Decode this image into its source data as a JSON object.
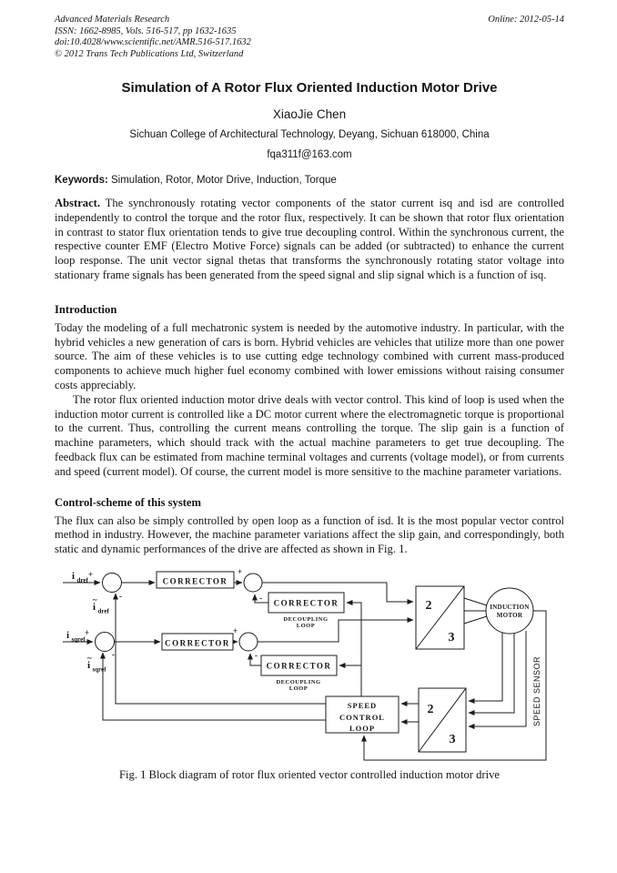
{
  "page": {
    "header": {
      "journal": "Advanced Materials Research",
      "issn": "ISSN: 1662-8985, Vols. 516-517, pp 1632-1635",
      "doi": "doi:10.4028/www.scientific.net/AMR.516-517.1632",
      "copyright": "© 2012 Trans Tech Publications Ltd, Switzerland",
      "online": "Online: 2012-05-14"
    },
    "title": "Simulation of A Rotor Flux Oriented Induction Motor Drive",
    "author": "XiaoJie Chen",
    "affiliation": "Sichuan College of Architectural Technology, Deyang, Sichuan 618000, China",
    "email": "fqa311f@163.com",
    "keywords": {
      "label": "Keywords:",
      "text": " Simulation, Rotor, Motor Drive, Induction, Torque"
    },
    "abstract": {
      "label": "Abstract.",
      "text": " The synchronously rotating vector components of the stator current isq and isd are controlled independently to control the torque and the rotor flux, respectively. It can be shown that rotor flux orientation in contrast to stator flux orientation tends to give true decoupling control. Within the synchronous current, the respective counter EMF (Electro Motive Force) signals can be added (or subtracted) to enhance the current loop response. The unit vector signal thetas that transforms the synchronously rotating stator voltage into stationary frame signals has been generated from the speed signal and slip signal which is a function of isq."
    },
    "sections": {
      "introduction": {
        "heading": "Introduction",
        "p1": "Today the modeling of a full mechatronic system is needed by the automotive industry. In particular, with the hybrid vehicles a new generation of cars is born. Hybrid vehicles are vehicles that utilize more than one power source. The aim of these vehicles is to use cutting edge technology combined with current mass-produced components to achieve much higher fuel economy combined with lower emissions without raising consumer costs appreciably.",
        "p2": "The rotor flux oriented induction motor drive deals with vector control. This kind of loop is used when the induction motor current is controlled like a DC motor current where the electromagnetic torque is proportional to the current. Thus, controlling the current means controlling the torque. The slip gain is a function of machine parameters, which should track with the actual machine parameters to get true decoupling. The feedback flux can be estimated from machine terminal voltages and currents (voltage model), or from currents and speed (current model). Of course, the current model is more sensitive to the machine parameter variations."
      },
      "control_scheme": {
        "heading": "Control-scheme of this system",
        "p1": "The flux can also be simply controlled by open loop as a function of isd. It is the most popular vector control method in industry. However, the machine parameter variations affect the slip gain, and correspondingly, both static and dynamic performances of the drive are affected as shown in Fig. 1."
      }
    },
    "figure": {
      "caption": "Fig. 1 Block diagram of rotor flux oriented vector controlled induction motor drive",
      "diagram": {
        "labels": {
          "corrector": "CORRECTOR",
          "decoupling_line1": "DECOUPLING",
          "decoupling_line2": "LOOP",
          "speed_loop_line1": "SPEED",
          "speed_loop_line2": "CONTROL",
          "speed_loop_line3": "LOOP",
          "phase2": "2",
          "phase3": "3",
          "motor_line1": "INDUCTION",
          "motor_line2": "MOTOR",
          "speed_sensor": "SPEED SENSOR",
          "i_symbol": "i",
          "dref_sub": "dref",
          "sqref_sub": "sqref",
          "tilde": "~",
          "plus": "+",
          "minus": "-"
        }
      }
    }
  }
}
